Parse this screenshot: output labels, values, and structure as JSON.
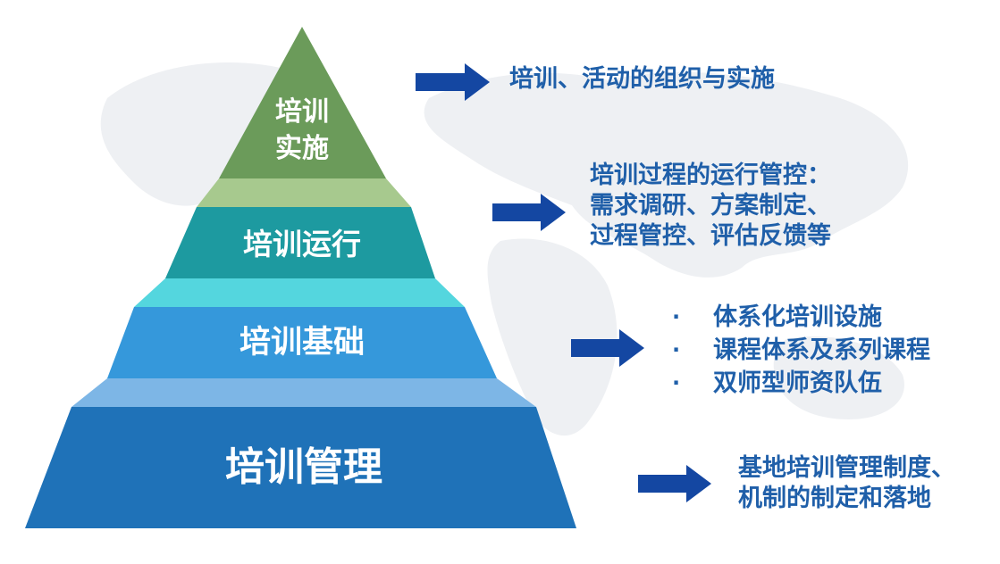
{
  "colors": {
    "tier1": "#6b9b5a",
    "tier2": "#1d9aa0",
    "tier3": "#3598db",
    "tier4": "#1f72b8",
    "arrow": "#1447a2",
    "text": "#1f5fa9"
  },
  "pyramid": {
    "tier1": {
      "line1": "培训",
      "line2": "实施"
    },
    "tier2": {
      "label": "培训运行"
    },
    "tier3": {
      "label": "培训基础"
    },
    "tier4": {
      "label": "培训管理"
    }
  },
  "descriptions": {
    "tier1": {
      "line1": "培训、活动的组织与实施"
    },
    "tier2": {
      "line1": "培训过程的运行管控：",
      "line2": "需求调研、方案制定、",
      "line3": "过程管控、评估反馈等"
    },
    "tier3": {
      "bullet": "·",
      "items": [
        "体系化培训设施",
        "课程体系及系列课程",
        "双师型师资队伍"
      ]
    },
    "tier4": {
      "line1": "基地培训管理制度、",
      "line2": "机制的制定和落地"
    }
  }
}
